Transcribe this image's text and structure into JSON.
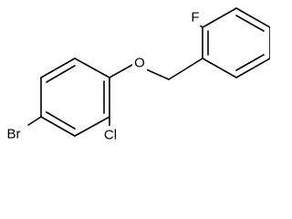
{
  "diagram": {
    "type": "chemical-structure",
    "atom_labels": {
      "fluorine": "F",
      "oxygen": "O",
      "bromine": "Br",
      "chlorine": "Cl"
    },
    "colors": {
      "bond": "#000000",
      "text": "#000000",
      "background": "#ffffff"
    }
  }
}
